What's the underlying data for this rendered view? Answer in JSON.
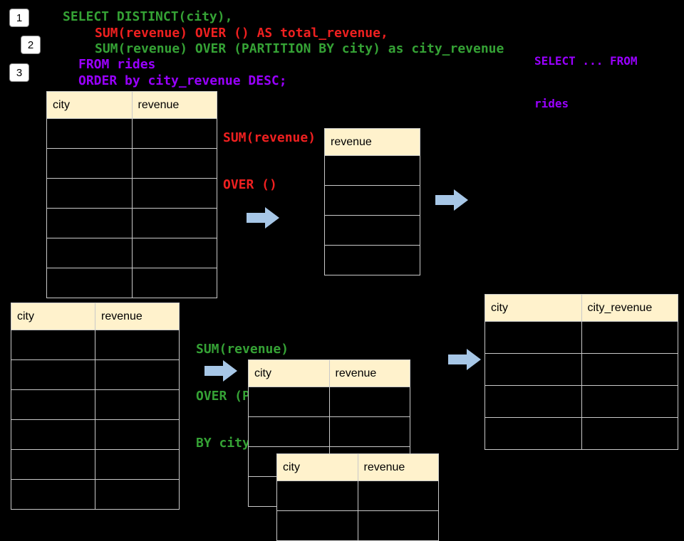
{
  "badges": [
    "1",
    "2",
    "3"
  ],
  "code": {
    "lines": [
      {
        "text": "SELECT DISTINCT(city),",
        "color": "green"
      },
      {
        "text": "SUM(revenue) OVER () AS total_revenue,",
        "color": "red"
      },
      {
        "text": "SUM(revenue) OVER (PARTITION BY city) as city_revenue",
        "color": "green"
      },
      {
        "text": "FROM rides",
        "color": "purple"
      },
      {
        "text": "ORDER by city_revenue DESC;",
        "color": "purple"
      }
    ]
  },
  "side_note": {
    "line1": "SELECT ... FROM",
    "line2": "rides"
  },
  "labels": {
    "total": {
      "line1": "SUM(revenue)",
      "line2": "OVER ()"
    },
    "partition": {
      "line1": "SUM(revenue)",
      "line2": "OVER (PARTITION",
      "line3": "BY city)"
    }
  },
  "tables": {
    "source_top": {
      "headers": [
        "city",
        "revenue"
      ],
      "rows": [
        [
          "",
          ""
        ],
        [
          "",
          ""
        ],
        [
          "",
          ""
        ],
        [
          "",
          ""
        ],
        [
          "",
          ""
        ],
        [
          "",
          ""
        ]
      ]
    },
    "total_result": {
      "headers": [
        "revenue"
      ],
      "rows": [
        [
          ""
        ],
        [
          ""
        ],
        [
          ""
        ],
        [
          ""
        ]
      ]
    },
    "source_bottom": {
      "headers": [
        "city",
        "revenue"
      ],
      "rows": [
        [
          "",
          ""
        ],
        [
          "",
          ""
        ],
        [
          "",
          ""
        ],
        [
          "",
          ""
        ],
        [
          "",
          ""
        ],
        [
          "",
          ""
        ]
      ]
    },
    "partition_a": {
      "headers": [
        "city",
        "revenue"
      ],
      "rows": [
        [
          "",
          ""
        ],
        [
          "",
          ""
        ],
        [
          "",
          ""
        ],
        [
          "",
          ""
        ]
      ]
    },
    "partition_b": {
      "headers": [
        "city",
        "revenue"
      ],
      "rows": [
        [
          "",
          ""
        ],
        [
          "",
          ""
        ]
      ]
    },
    "final_result": {
      "headers": [
        "city",
        "city_revenue"
      ],
      "rows": [
        [
          "",
          ""
        ],
        [
          "",
          ""
        ],
        [
          "",
          ""
        ],
        [
          "",
          ""
        ]
      ]
    }
  },
  "colors": {
    "background": "#000000",
    "green": "#35A235",
    "red": "#EF2020",
    "purple": "#9900FF",
    "header_fill": "#FFF2CC",
    "table_border": "#C9C9C9",
    "arrow_fill": "#A7C7E7",
    "badge_bg": "#FFFFFF",
    "badge_text": "#000000"
  }
}
